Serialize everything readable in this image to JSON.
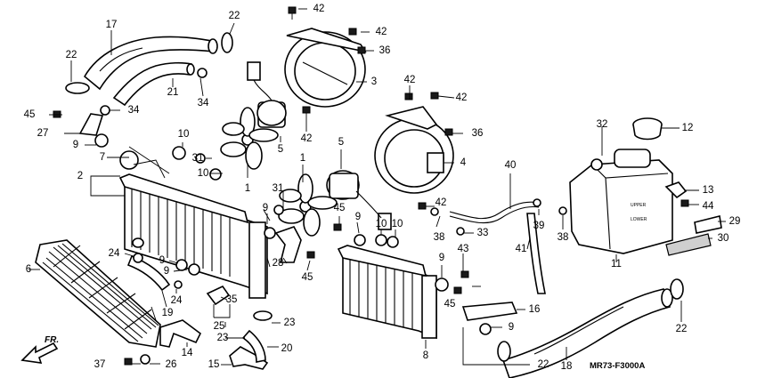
{
  "diagram_code": "MR73-F3000A",
  "direction_label": "FR.",
  "tank_label_upper": "UPPER",
  "tank_label_lower": "LOWER",
  "callouts": [
    "1",
    "2",
    "3",
    "4",
    "5",
    "6",
    "7",
    "8",
    "9",
    "10",
    "11",
    "12",
    "13",
    "14",
    "15",
    "16",
    "17",
    "18",
    "19",
    "20",
    "21",
    "22",
    "23",
    "24",
    "25",
    "26",
    "27",
    "28",
    "29",
    "30",
    "31",
    "32",
    "33",
    "34",
    "35",
    "36",
    "37",
    "38",
    "39",
    "40",
    "41",
    "42",
    "43",
    "44",
    "45"
  ]
}
